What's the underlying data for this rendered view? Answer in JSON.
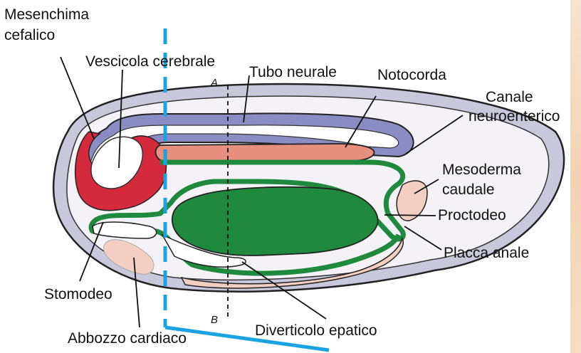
{
  "labels": {
    "mesenchima_cefalico_line1": "Mesenchima",
    "mesenchima_cefalico_line2": "cefalico",
    "vescicola_cerebrale": "Vescicola cerebrale",
    "tubo_neurale": "Tubo neurale",
    "notocorda": "Notocorda",
    "canale_neuroenterico_line1": "Canale",
    "canale_neuroenterico_line2": "neuroenterico",
    "mesoderma_caudale_line1": "Mesoderma",
    "mesoderma_caudale_line2": "caudale",
    "proctodeo": "Proctodeo",
    "placca_anale": "Placca anale",
    "stomodeo": "Stomodeo",
    "abbozzo_cardiaco": "Abbozzo cardiaco",
    "diverticolo_epatico": "Diverticolo epatico"
  },
  "section_markers": {
    "top": "A",
    "bottom": "B"
  },
  "colors": {
    "ectoderm": "#c8c8dc",
    "neural_tube": "#8c8cc4",
    "notochord": "#e8907e",
    "endoderm": "#1f8a3e",
    "mesenchyme_red": "#d42a3c",
    "mesoderm_pink": "#f2cfc2",
    "cut_line": "#1aa3e0",
    "edge_strip": "#f2d2b4"
  }
}
